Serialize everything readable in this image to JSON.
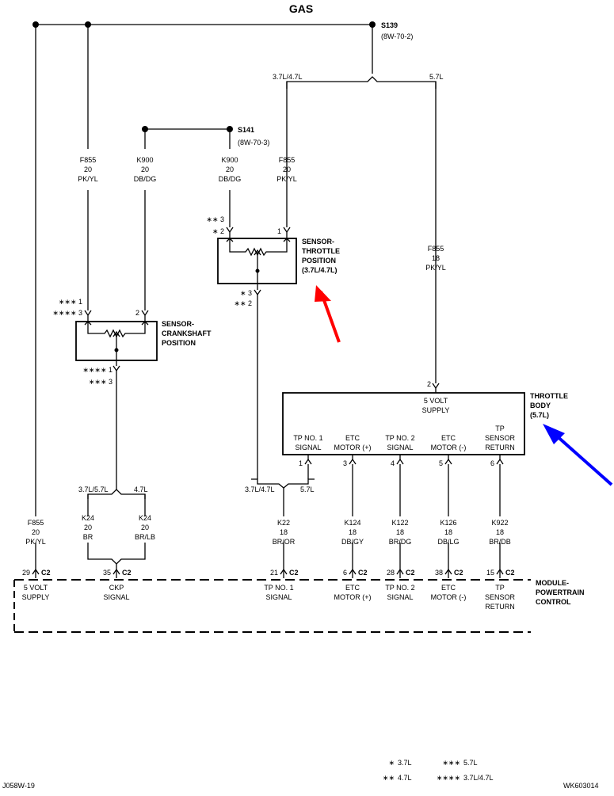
{
  "title": "GAS",
  "splices": {
    "s139": {
      "id": "S139",
      "ref": "(8W-70-2)"
    },
    "s141": {
      "id": "S141",
      "ref": "(8W-70-3)"
    }
  },
  "variants": {
    "top_left": "3.7L/4.7L",
    "top_right": "5.7L",
    "ckp_left": "3.7L/5.7L",
    "ckp_right": "4.7L",
    "tp_left": "3.7L/4.7L",
    "tp_right": "5.7L"
  },
  "wires": {
    "f855_left": [
      "F855",
      "20",
      "PK/YL"
    ],
    "k900_left": [
      "K900",
      "20",
      "DB/DG"
    ],
    "k900_right": [
      "K900",
      "20",
      "DB/DG"
    ],
    "f855_mid": [
      "F855",
      "20",
      "PK/YL"
    ],
    "f855_right": [
      "F855",
      "18",
      "PK/YL"
    ],
    "f855_bottom": [
      "F855",
      "20",
      "PK/YL"
    ],
    "k24_a": [
      "K24",
      "20",
      "BR"
    ],
    "k24_b": [
      "K24",
      "20",
      "BR/LB"
    ],
    "k22": [
      "K22",
      "18",
      "BR/OR"
    ],
    "k124": [
      "K124",
      "18",
      "DB/GY"
    ],
    "k122": [
      "K122",
      "18",
      "BR/DG"
    ],
    "k126": [
      "K126",
      "18",
      "DB/LG"
    ],
    "k922": [
      "K922",
      "18",
      "BR/DB"
    ]
  },
  "tps": {
    "name": [
      "SENSOR-",
      "THROTTLE",
      "POSITION",
      "(3.7L/4.7L)"
    ],
    "pins_top": [
      "∗∗ 3",
      "∗ 2",
      "1"
    ],
    "pins_bottom": [
      "∗ 3",
      "∗∗ 2"
    ]
  },
  "ckp": {
    "name": [
      "SENSOR-",
      "CRANKSHAFT",
      "POSITION"
    ],
    "pins_top": [
      "∗∗∗ 1",
      "∗∗∗∗ 3",
      "2"
    ],
    "pins_bottom": [
      "∗∗∗∗ 1",
      "∗∗∗ 3"
    ]
  },
  "throttle_body": {
    "name": [
      "THROTTLE",
      "BODY",
      "(5.7L)"
    ],
    "supply": [
      "5 VOLT",
      "SUPPLY"
    ],
    "supply_pin": "2",
    "signals": [
      {
        "label": [
          "TP NO. 1",
          "SIGNAL"
        ],
        "pin": "1"
      },
      {
        "label": [
          "ETC",
          "MOTOR (+)"
        ],
        "pin": "3"
      },
      {
        "label": [
          "TP NO. 2",
          "SIGNAL"
        ],
        "pin": "4"
      },
      {
        "label": [
          "ETC",
          "MOTOR (-)"
        ],
        "pin": "5"
      },
      {
        "label": [
          "TP",
          "SENSOR",
          "RETURN"
        ],
        "pin": "6"
      }
    ]
  },
  "pcm": {
    "name": [
      "MODULE-",
      "POWERTRAIN",
      "CONTROL"
    ],
    "connector": "C2",
    "pins": [
      {
        "pin": "29",
        "label": [
          "5 VOLT",
          "SUPPLY"
        ]
      },
      {
        "pin": "35",
        "label": [
          "CKP",
          "SIGNAL"
        ]
      },
      {
        "pin": "21",
        "label": [
          "TP NO. 1",
          "SIGNAL"
        ]
      },
      {
        "pin": "6",
        "label": [
          "ETC",
          "MOTOR (+)"
        ]
      },
      {
        "pin": "28",
        "label": [
          "TP NO. 2",
          "SIGNAL"
        ]
      },
      {
        "pin": "38",
        "label": [
          "ETC",
          "MOTOR (-)"
        ]
      },
      {
        "pin": "15",
        "label": [
          "TP",
          "SENSOR",
          "RETURN"
        ]
      }
    ]
  },
  "legend": [
    {
      "mark": "∗",
      "text": "3.7L"
    },
    {
      "mark": "∗∗",
      "text": "4.7L"
    },
    {
      "mark": "∗∗∗",
      "text": "5.7L"
    },
    {
      "mark": "∗∗∗∗",
      "text": "3.7L/4.7L"
    }
  ],
  "footer": {
    "left": "J058W-19",
    "right": "WK603014"
  },
  "colors": {
    "line": "#000000",
    "arrow_red": "#ff0000",
    "arrow_blue": "#0000ff"
  }
}
